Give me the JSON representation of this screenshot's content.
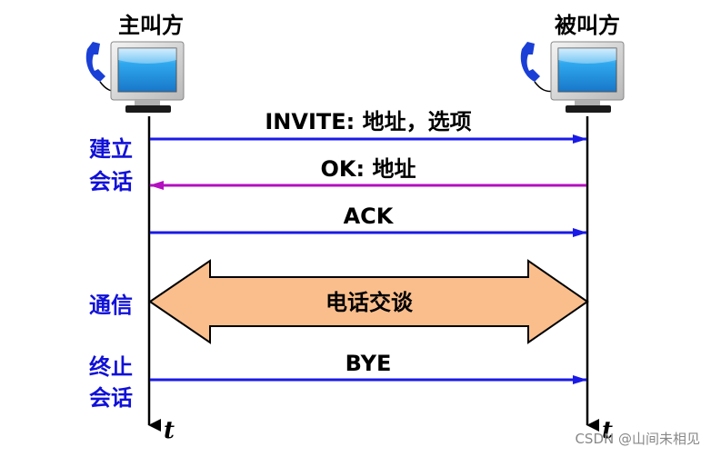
{
  "parties": {
    "caller": "主叫方",
    "callee": "被叫方"
  },
  "messages": {
    "invite": "INVITE: 地址，选项",
    "ok": "OK: 地址",
    "ack": "ACK",
    "bye": "BYE"
  },
  "phases": {
    "establish_line1": "建立",
    "establish_line2": "会话",
    "communicate": "通信",
    "terminate_line1": "终止",
    "terminate_line2": "会话"
  },
  "conversation": "电话交谈",
  "time_axis": {
    "left": "t",
    "right": "t"
  },
  "watermark": "CSDN @山间未相见",
  "colors": {
    "blue_arrow": "#1a1ae6",
    "purple_arrow": "#b30fc0",
    "phase_text": "#1010d8",
    "talk_fill": "#f9be8c",
    "phone": "#1a3fd6",
    "screen": "#1e9be8"
  },
  "icons": {
    "caller_terminal": "computer-with-phone-icon",
    "callee_terminal": "computer-with-phone-icon"
  }
}
